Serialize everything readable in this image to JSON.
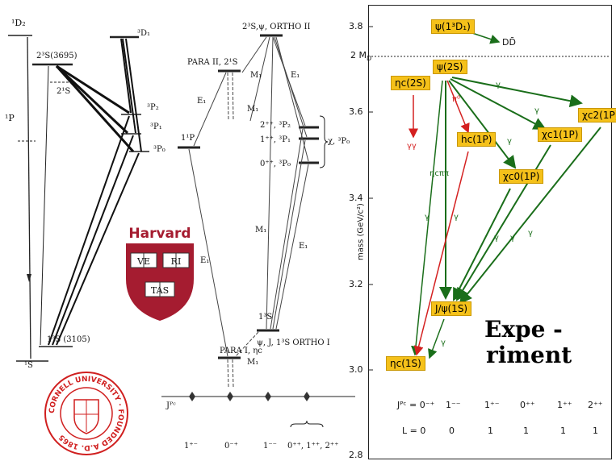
{
  "left_diagram": {
    "labels": {
      "d2": "¹D₂",
      "p_1": "¹P",
      "s2_3695": "2³S(3695)",
      "s2_prime": "2¹S",
      "d1": "³D₁",
      "p2": "³P₂",
      "p1": "³P₁",
      "p0": "³P₀",
      "s13_3105": "1³S (3105)",
      "s1_1": "¹S"
    }
  },
  "middle_diagram": {
    "labels": {
      "ortho_ii": "2³S,ψ, ORTHO II",
      "para_ii": "PARA II, 2¹S",
      "one_p": "1¹P",
      "m1_a": "M₁",
      "e1_a": "E₁",
      "e1_b": "E₁",
      "m1_b": "M₁",
      "chi_2": "2⁺⁺, ³P₂",
      "chi_1": "1⁺⁺, ³P₁",
      "chi_0": "0⁺⁺, ³P₀",
      "chi_brace": "χ, ³P₀",
      "e1_c": "E₁",
      "m1_c": "M₁",
      "e1_d": "E₁",
      "ortho_i": "ψ, J, 1³S ORTHO I",
      "one_s": "1³S",
      "para_i": "PARA I, ηc",
      "m1_d": "M₁",
      "jpc": "Jᴾᶜ",
      "jpc_vals": [
        "1⁺⁻",
        "0⁻⁺",
        "1⁻⁻",
        "0⁺⁺, 1⁺⁺, 2⁺⁺"
      ]
    }
  },
  "harvard": {
    "name": "Harvard",
    "motto": [
      "VE",
      "RI",
      "TAS"
    ],
    "color": "#a51c30"
  },
  "cornell": {
    "text": "CORNELL UNIVERSITY · FOUNDED A.D. 1865",
    "color": "#d01f1f"
  },
  "right_diagram": {
    "ylabel": "mass (GeV/c²)",
    "yticks": [
      "3.8",
      "3.6",
      "3.4",
      "3.2",
      "3.0",
      "2.8"
    ],
    "threshold_label": "2 M",
    "threshold_sub": "D",
    "states": {
      "psi_1d": "ψ(1³D₁)",
      "dd": "DD̄",
      "psi_2s": "ψ(2S)",
      "eta_2s": "ηc(2S)",
      "hc": "hc(1P)",
      "chi_c0": "χc0(1P)",
      "chi_c1": "χc1(1P)",
      "chi_c2": "χc2(1P)",
      "jpsi": "J/ψ(1S)",
      "eta_1s": "ηc(1S)"
    },
    "transition_labels": {
      "gamma": "γ",
      "gg": "γγ",
      "pi0": "π⁰",
      "eta_pipi": "ηcππ"
    },
    "jpc_row_label": "Jᴾᶜ = 0⁻⁺",
    "jpc_values": [
      "1⁻⁻",
      "1⁺⁻",
      "0⁺⁺",
      "1⁺⁺",
      "2⁺⁺"
    ],
    "l_row_label": "L = 0",
    "l_values": [
      "0",
      "1",
      "1",
      "1",
      "1"
    ],
    "overlay_text": [
      "Expe -",
      "riment"
    ],
    "colors": {
      "state": "#f5c11a",
      "green": "#1a6e1a",
      "red": "#d42020"
    }
  }
}
